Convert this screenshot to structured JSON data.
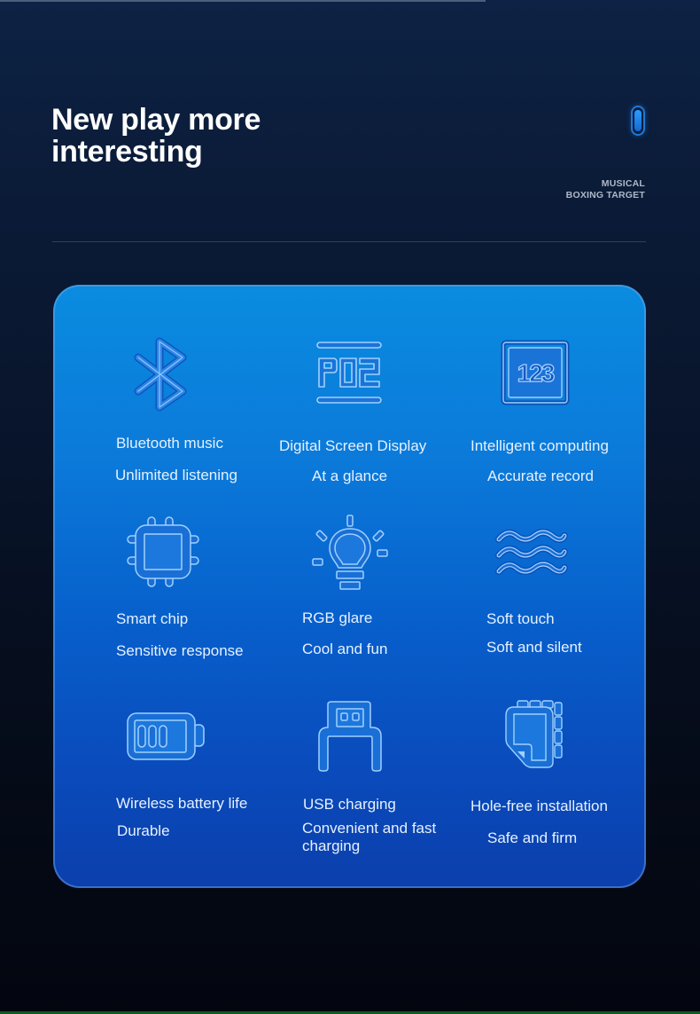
{
  "header": {
    "headline_line1": "New play more",
    "headline_line2": "interesting",
    "tagline_line1": "MUSICAL",
    "tagline_line2": "BOXING TARGET",
    "pill_icon": "pill-indicator-icon"
  },
  "colors": {
    "background_top": "#0d2244",
    "background_bottom": "#03060f",
    "card_top": "#0a8ce0",
    "card_bottom": "#0b3fac",
    "icon_stroke": "#9fd0ff",
    "text": "#e6f1ff",
    "tagline": "#aeb8c8"
  },
  "features": [
    {
      "icon": "bluetooth-icon",
      "title": "Bluetooth music",
      "subtitle": "Unlimited listening"
    },
    {
      "icon": "digital-display-icon",
      "display_text": "P02",
      "title": "Digital Screen Display",
      "subtitle": "At a glance"
    },
    {
      "icon": "counter-123-icon",
      "display_text": "123",
      "title": "Intelligent computing",
      "subtitle": "Accurate record"
    },
    {
      "icon": "chip-icon",
      "title": "Smart chip",
      "subtitle": "Sensitive response"
    },
    {
      "icon": "light-bulb-icon",
      "title": "RGB glare",
      "subtitle": "Cool and fun"
    },
    {
      "icon": "waves-icon",
      "title": "Soft touch",
      "subtitle": "Soft and silent"
    },
    {
      "icon": "battery-icon",
      "title": "Wireless battery life",
      "subtitle": "Durable"
    },
    {
      "icon": "usb-plug-icon",
      "title": "USB charging",
      "subtitle": "Convenient and fast charging"
    },
    {
      "icon": "adhesive-pad-icon",
      "title": "Hole-free installation",
      "subtitle": "Safe and firm"
    }
  ]
}
